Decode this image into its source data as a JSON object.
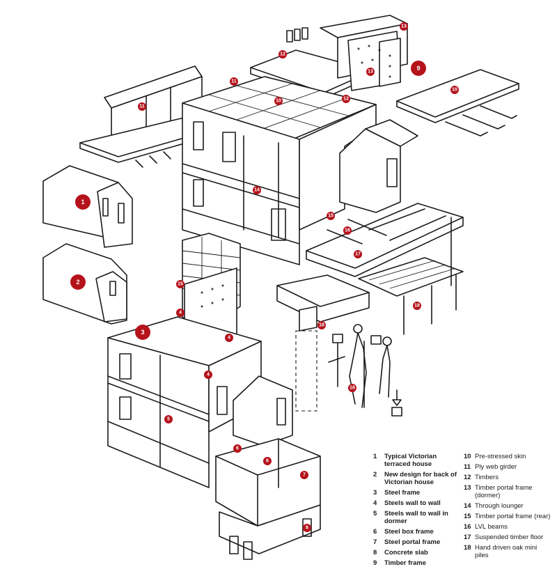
{
  "markers": [
    {
      "id": "m13a",
      "label": "13"
    },
    {
      "id": "m12a",
      "label": "12"
    },
    {
      "id": "m11a",
      "label": "11"
    },
    {
      "id": "m13b",
      "label": "13"
    },
    {
      "id": "m9",
      "label": "9"
    },
    {
      "id": "m10a",
      "label": "10"
    },
    {
      "id": "m11b",
      "label": "11"
    },
    {
      "id": "m10b",
      "label": "10"
    },
    {
      "id": "m12b",
      "label": "12"
    },
    {
      "id": "m1",
      "label": "1"
    },
    {
      "id": "m14",
      "label": "14"
    },
    {
      "id": "m15a",
      "label": "15"
    },
    {
      "id": "m16",
      "label": "16"
    },
    {
      "id": "m17",
      "label": "17"
    },
    {
      "id": "m2",
      "label": "2"
    },
    {
      "id": "m15b",
      "label": "15"
    },
    {
      "id": "m18a",
      "label": "18"
    },
    {
      "id": "m4a",
      "label": "4"
    },
    {
      "id": "m3",
      "label": "3"
    },
    {
      "id": "m18b",
      "label": "18"
    },
    {
      "id": "m4b",
      "label": "4"
    },
    {
      "id": "m4c",
      "label": "4"
    },
    {
      "id": "m18c",
      "label": "18"
    },
    {
      "id": "m5",
      "label": "5"
    },
    {
      "id": "m6a",
      "label": "6"
    },
    {
      "id": "m6b",
      "label": "6"
    },
    {
      "id": "m7",
      "label": "7"
    },
    {
      "id": "m8",
      "label": "8"
    }
  ],
  "legend": {
    "left": [
      {
        "num": "1",
        "text": "Typical Victorian terraced house"
      },
      {
        "num": "2",
        "text": "New design for back of Victorian house"
      },
      {
        "num": "3",
        "text": "Steel frame"
      },
      {
        "num": "4",
        "text": "Steels wall to wall"
      },
      {
        "num": "5",
        "text": "Steels wall to wall in dormer"
      },
      {
        "num": "6",
        "text": "Steel box frame"
      },
      {
        "num": "7",
        "text": "Steel portal frame"
      },
      {
        "num": "8",
        "text": "Concrete slab"
      },
      {
        "num": "9",
        "text": "Timber frame"
      }
    ],
    "right": [
      {
        "num": "10",
        "text": "Pre-stressed skin"
      },
      {
        "num": "11",
        "text": "Ply web girder"
      },
      {
        "num": "12",
        "text": "Timbers"
      },
      {
        "num": "13",
        "text": "Timber portal frame (dormer)"
      },
      {
        "num": "14",
        "text": "Through lounger"
      },
      {
        "num": "15",
        "text": "Timber portal frame (rear)"
      },
      {
        "num": "16",
        "text": "LVL beams"
      },
      {
        "num": "17",
        "text": "Suspended timber floor"
      },
      {
        "num": "18",
        "text": "Hand driven oak mini piles"
      }
    ]
  }
}
